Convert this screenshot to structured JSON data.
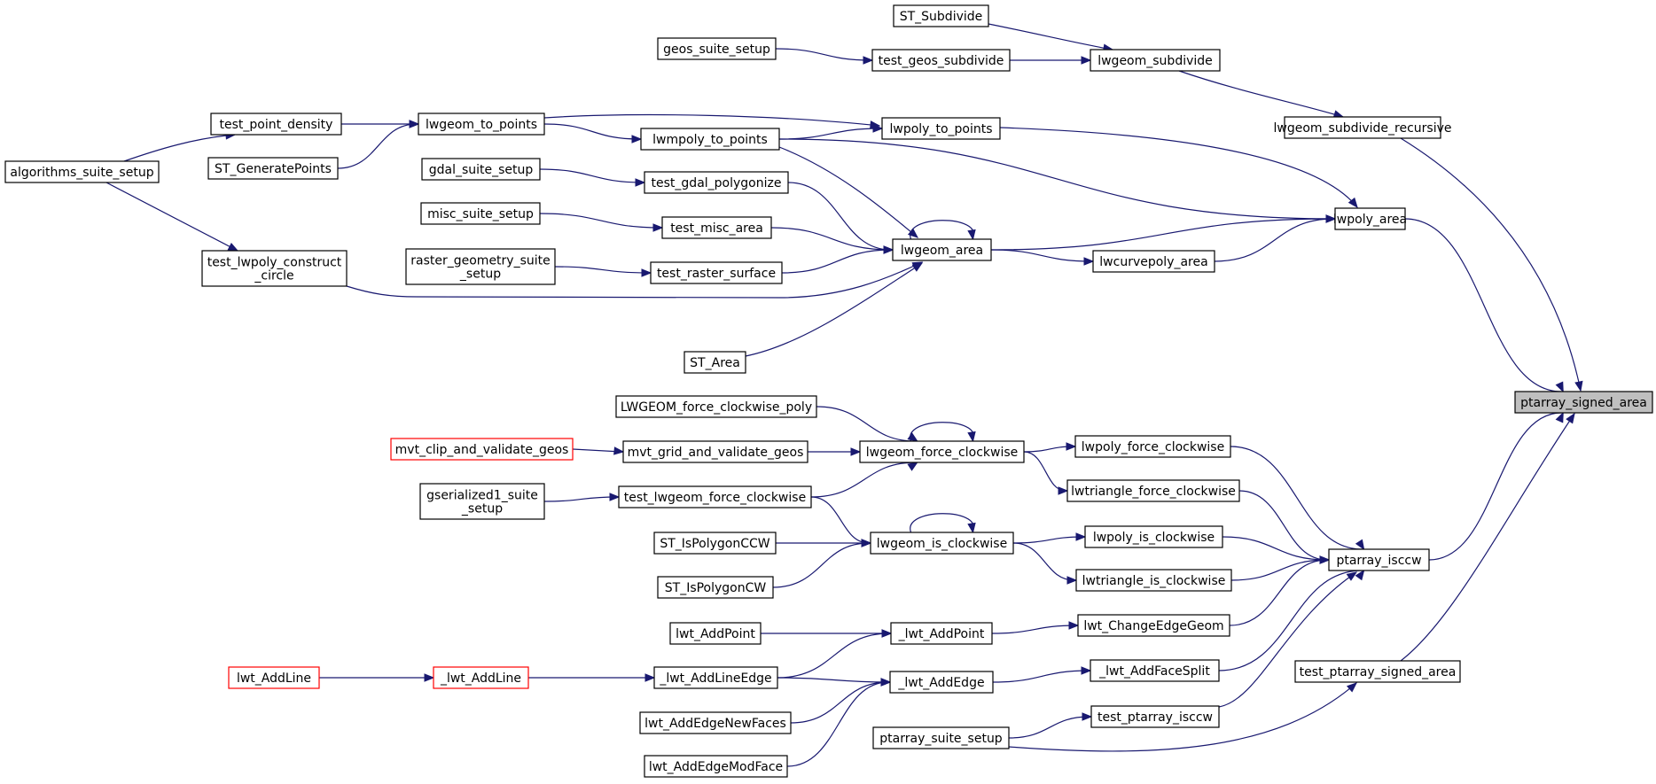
{
  "graph": {
    "colors": {
      "edge": "#191970",
      "highlight_fill": "#bfbfbf",
      "red_border": "#ff0000"
    },
    "nodes": [
      {
        "id": "ptarray_signed_area",
        "label": "ptarray_signed_area",
        "style": "highlight"
      },
      {
        "id": "lwgeom_subdivide_recursive",
        "label": "lwgeom_subdivide_recursive"
      },
      {
        "id": "lwpoly_area",
        "label": "lwpoly_area"
      },
      {
        "id": "ptarray_isccw",
        "label": "ptarray_isccw"
      },
      {
        "id": "test_ptarray_signed_area",
        "label": "test_ptarray_signed_area"
      },
      {
        "id": "ST_Subdivide",
        "label": "ST_Subdivide"
      },
      {
        "id": "lwgeom_subdivide",
        "label": "lwgeom_subdivide"
      },
      {
        "id": "geos_suite_setup",
        "label": "geos_suite_setup"
      },
      {
        "id": "test_geos_subdivide",
        "label": "test_geos_subdivide"
      },
      {
        "id": "lwpoly_to_points",
        "label": "lwpoly_to_points"
      },
      {
        "id": "test_point_density",
        "label": "test_point_density"
      },
      {
        "id": "lwgeom_to_points",
        "label": "lwgeom_to_points"
      },
      {
        "id": "lwmpoly_to_points",
        "label": "lwmpoly_to_points"
      },
      {
        "id": "algorithms_suite_setup",
        "label": "algorithms_suite_setup"
      },
      {
        "id": "ST_GeneratePoints",
        "label": "ST_GeneratePoints"
      },
      {
        "id": "gdal_suite_setup",
        "label": "gdal_suite_setup"
      },
      {
        "id": "test_gdal_polygonize",
        "label": "test_gdal_polygonize"
      },
      {
        "id": "misc_suite_setup",
        "label": "misc_suite_setup"
      },
      {
        "id": "test_misc_area",
        "label": "test_misc_area"
      },
      {
        "id": "lwgeom_area",
        "label": "lwgeom_area"
      },
      {
        "id": "test_lwpoly_construct_circle",
        "label": "test_lwpoly_construct\n_circle"
      },
      {
        "id": "raster_geometry_suite_setup",
        "label": "raster_geometry_suite\n_setup"
      },
      {
        "id": "test_raster_surface",
        "label": "test_raster_surface"
      },
      {
        "id": "lwcurvepoly_area",
        "label": "lwcurvepoly_area"
      },
      {
        "id": "ST_Area",
        "label": "ST_Area"
      },
      {
        "id": "LWGEOM_force_clockwise_poly",
        "label": "LWGEOM_force_clockwise_poly"
      },
      {
        "id": "mvt_clip_and_validate_geos",
        "label": "mvt_clip_and_validate_geos",
        "style": "red"
      },
      {
        "id": "mvt_grid_and_validate_geos",
        "label": "mvt_grid_and_validate_geos"
      },
      {
        "id": "lwgeom_force_clockwise",
        "label": "lwgeom_force_clockwise"
      },
      {
        "id": "lwpoly_force_clockwise",
        "label": "lwpoly_force_clockwise"
      },
      {
        "id": "gserialized1_suite_setup",
        "label": "gserialized1_suite\n_setup"
      },
      {
        "id": "test_lwgeom_force_clockwise",
        "label": "test_lwgeom_force_clockwise"
      },
      {
        "id": "lwtriangle_force_clockwise",
        "label": "lwtriangle_force_clockwise"
      },
      {
        "id": "ST_IsPolygonCCW",
        "label": "ST_IsPolygonCCW"
      },
      {
        "id": "lwgeom_is_clockwise",
        "label": "lwgeom_is_clockwise"
      },
      {
        "id": "lwpoly_is_clockwise",
        "label": "lwpoly_is_clockwise"
      },
      {
        "id": "ST_IsPolygonCW",
        "label": "ST_IsPolygonCW"
      },
      {
        "id": "lwtriangle_is_clockwise",
        "label": "lwtriangle_is_clockwise"
      },
      {
        "id": "lwt_AddPoint",
        "label": "lwt_AddPoint"
      },
      {
        "id": "_lwt_AddPoint",
        "label": "_lwt_AddPoint"
      },
      {
        "id": "lwt_ChangeEdgeGeom",
        "label": "lwt_ChangeEdgeGeom"
      },
      {
        "id": "lwt_AddLine",
        "label": "lwt_AddLine",
        "style": "red"
      },
      {
        "id": "_lwt_AddLine",
        "label": "_lwt_AddLine",
        "style": "red"
      },
      {
        "id": "_lwt_AddLineEdge",
        "label": "_lwt_AddLineEdge"
      },
      {
        "id": "_lwt_AddEdge",
        "label": "_lwt_AddEdge"
      },
      {
        "id": "_lwt_AddFaceSplit",
        "label": "_lwt_AddFaceSplit"
      },
      {
        "id": "lwt_AddEdgeNewFaces",
        "label": "lwt_AddEdgeNewFaces"
      },
      {
        "id": "test_ptarray_isccw",
        "label": "test_ptarray_isccw"
      },
      {
        "id": "ptarray_suite_setup",
        "label": "ptarray_suite_setup"
      },
      {
        "id": "lwt_AddEdgeModFace",
        "label": "lwt_AddEdgeModFace"
      }
    ],
    "edges": [
      {
        "from": "lwgeom_subdivide_recursive",
        "to": "ptarray_signed_area"
      },
      {
        "from": "lwpoly_area",
        "to": "ptarray_signed_area"
      },
      {
        "from": "ptarray_isccw",
        "to": "ptarray_signed_area"
      },
      {
        "from": "test_ptarray_signed_area",
        "to": "ptarray_signed_area"
      },
      {
        "from": "lwgeom_subdivide",
        "to": "lwgeom_subdivide_recursive"
      },
      {
        "from": "ST_Subdivide",
        "to": "lwgeom_subdivide"
      },
      {
        "from": "test_geos_subdivide",
        "to": "lwgeom_subdivide"
      },
      {
        "from": "geos_suite_setup",
        "to": "test_geos_subdivide"
      },
      {
        "from": "lwpoly_to_points",
        "to": "lwpoly_area"
      },
      {
        "from": "lwgeom_area",
        "to": "lwpoly_area"
      },
      {
        "from": "lwcurvepoly_area",
        "to": "lwpoly_area"
      },
      {
        "from": "lwmpoly_to_points",
        "to": "lwpoly_area"
      },
      {
        "from": "lwgeom_to_points",
        "to": "lwpoly_to_points"
      },
      {
        "from": "lwmpoly_to_points",
        "to": "lwpoly_to_points"
      },
      {
        "from": "lwgeom_to_points",
        "to": "lwmpoly_to_points"
      },
      {
        "from": "test_point_density",
        "to": "lwgeom_to_points"
      },
      {
        "from": "ST_GeneratePoints",
        "to": "lwgeom_to_points"
      },
      {
        "from": "algorithms_suite_setup",
        "to": "test_point_density"
      },
      {
        "from": "algorithms_suite_setup",
        "to": "test_lwpoly_construct_circle"
      },
      {
        "from": "gdal_suite_setup",
        "to": "test_gdal_polygonize"
      },
      {
        "from": "misc_suite_setup",
        "to": "test_misc_area"
      },
      {
        "from": "raster_geometry_suite_setup",
        "to": "test_raster_surface"
      },
      {
        "from": "lwgeom_area",
        "to": "lwgeom_area"
      },
      {
        "from": "test_gdal_polygonize",
        "to": "lwgeom_area"
      },
      {
        "from": "test_misc_area",
        "to": "lwgeom_area"
      },
      {
        "from": "test_raster_surface",
        "to": "lwgeom_area"
      },
      {
        "from": "test_lwpoly_construct_circle",
        "to": "lwgeom_area"
      },
      {
        "from": "ST_Area",
        "to": "lwgeom_area"
      },
      {
        "from": "lwmpoly_to_points",
        "to": "lwgeom_area"
      },
      {
        "from": "lwgeom_area",
        "to": "lwcurvepoly_area"
      },
      {
        "from": "lwpoly_force_clockwise",
        "to": "ptarray_isccw"
      },
      {
        "from": "lwtriangle_force_clockwise",
        "to": "ptarray_isccw"
      },
      {
        "from": "lwpoly_is_clockwise",
        "to": "ptarray_isccw"
      },
      {
        "from": "lwtriangle_is_clockwise",
        "to": "ptarray_isccw"
      },
      {
        "from": "lwt_ChangeEdgeGeom",
        "to": "ptarray_isccw"
      },
      {
        "from": "_lwt_AddFaceSplit",
        "to": "ptarray_isccw"
      },
      {
        "from": "test_ptarray_isccw",
        "to": "ptarray_isccw"
      },
      {
        "from": "ptarray_suite_setup",
        "to": "test_ptarray_signed_area"
      },
      {
        "from": "lwgeom_force_clockwise",
        "to": "lwpoly_force_clockwise"
      },
      {
        "from": "lwgeom_force_clockwise",
        "to": "lwtriangle_force_clockwise"
      },
      {
        "from": "lwgeom_force_clockwise",
        "to": "lwgeom_force_clockwise"
      },
      {
        "from": "LWGEOM_force_clockwise_poly",
        "to": "lwgeom_force_clockwise"
      },
      {
        "from": "mvt_grid_and_validate_geos",
        "to": "lwgeom_force_clockwise"
      },
      {
        "from": "test_lwgeom_force_clockwise",
        "to": "lwgeom_force_clockwise"
      },
      {
        "from": "mvt_clip_and_validate_geos",
        "to": "mvt_grid_and_validate_geos"
      },
      {
        "from": "gserialized1_suite_setup",
        "to": "test_lwgeom_force_clockwise"
      },
      {
        "from": "lwgeom_is_clockwise",
        "to": "lwgeom_is_clockwise"
      },
      {
        "from": "test_lwgeom_force_clockwise",
        "to": "lwgeom_is_clockwise"
      },
      {
        "from": "ST_IsPolygonCCW",
        "to": "lwgeom_is_clockwise"
      },
      {
        "from": "ST_IsPolygonCW",
        "to": "lwgeom_is_clockwise"
      },
      {
        "from": "lwgeom_is_clockwise",
        "to": "lwpoly_is_clockwise"
      },
      {
        "from": "lwgeom_is_clockwise",
        "to": "lwtriangle_is_clockwise"
      },
      {
        "from": "_lwt_AddPoint",
        "to": "lwt_ChangeEdgeGeom"
      },
      {
        "from": "lwt_AddPoint",
        "to": "_lwt_AddPoint"
      },
      {
        "from": "_lwt_AddLineEdge",
        "to": "_lwt_AddPoint"
      },
      {
        "from": "lwt_AddLine",
        "to": "_lwt_AddLine"
      },
      {
        "from": "_lwt_AddLine",
        "to": "_lwt_AddLineEdge"
      },
      {
        "from": "_lwt_AddLineEdge",
        "to": "_lwt_AddEdge"
      },
      {
        "from": "lwt_AddEdgeNewFaces",
        "to": "_lwt_AddEdge"
      },
      {
        "from": "lwt_AddEdgeModFace",
        "to": "_lwt_AddEdge"
      },
      {
        "from": "_lwt_AddEdge",
        "to": "_lwt_AddFaceSplit"
      },
      {
        "from": "ptarray_suite_setup",
        "to": "test_ptarray_isccw"
      }
    ]
  }
}
